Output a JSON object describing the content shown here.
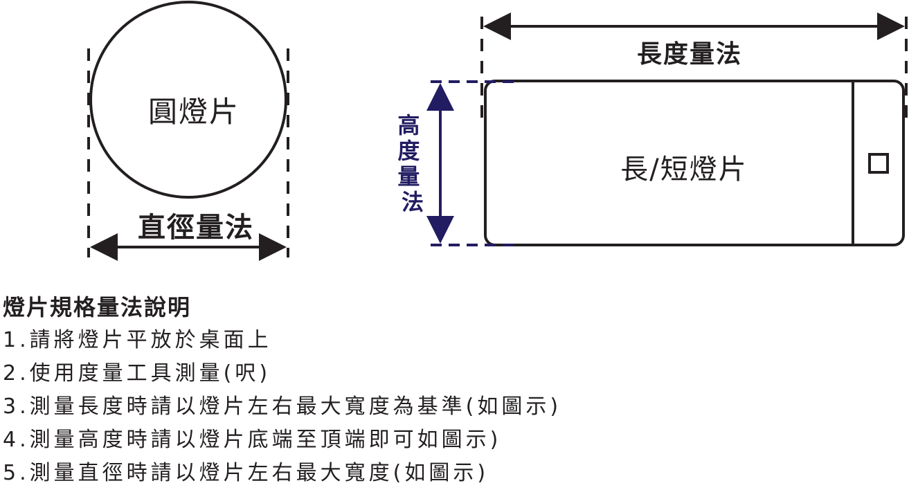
{
  "diagram": {
    "round_lamp": {
      "label": "圓燈片",
      "dimension_label": "直徑量法"
    },
    "long_lamp": {
      "label": "長/短燈片",
      "length_label": "長度量法",
      "height_label": "高度量法",
      "height_label_chars": [
        "高",
        "度",
        "量",
        "法"
      ]
    },
    "colors": {
      "line": "#231f20",
      "height_guide": "#221c62"
    }
  },
  "instructions": {
    "title": "燈片規格量法說明",
    "items": [
      "1.請將燈片平放於桌面上",
      "2.使用度量工具測量(呎)",
      "3.測量長度時請以燈片左右最大寬度為基準(如圖示)",
      "4.測量高度時請以燈片底端至頂端即可如圖示)",
      "5.測量直徑時請以燈片左右最大寬度(如圖示)"
    ]
  }
}
